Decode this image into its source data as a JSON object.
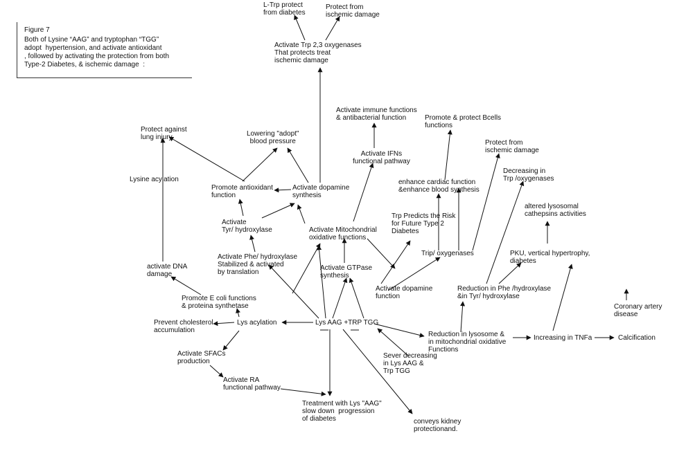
{
  "caption": {
    "title": "Figure 7",
    "body": "Both of Lysine “AAG” and tryptophan “TGG”\nadopt  hypertension, and activate antioxidant\n, followed by activating the protection from both\nType-2 Diabetes, & ischemic damage  :"
  },
  "nodes": {
    "hub": "Lys AAG +TRP TGG",
    "ltrp_protect": "L-Trp protect\nfrom diabetes",
    "protect_ischemic_top": "Protect from\nischemic damage",
    "activate_trp23": "Activate Trp 2,3 oxygenases\nThat protects treat\nischemic damage",
    "protect_lung": "Protect against\nlung injury",
    "lowering_bp": "Lowering \"adopt\"\nblood pressure",
    "activate_immune": "Activate immune functions\n& antibacterial function",
    "promote_bcells": "Promote & protect Bcells\nfunctions",
    "protect_ischemic_right": "Protect from\nischemic damage",
    "activate_ifns": "Activate IFNs\nfunctional pathway",
    "lysine_acylation": "Lysine acylation",
    "promote_antioxidant": "Promote antioxidant\nfunction",
    "activate_dopamine_synth": "Activate dopamine\nsynthesis",
    "enhance_cardiac": "enhance cardiac function\n&enhance blood synthesis",
    "decreasing_trp": "Decreasing in\nTrp /oxygenases",
    "activate_tyr": "Activate\nTyr/ hydroxylase",
    "activate_mito": "Activate Mitochondrial\noxidative functions",
    "trp_predicts": "Trp Predicts the Risk\nfor Future Type 2\nDiabetes",
    "altered_lyso": "altered lysosomal\ncathepsins activities",
    "activate_phe": "Activate Phe/ hydroxylase\nStabilized & activated\nby translation",
    "trip_oxygenases": "Trip/ oxygenases",
    "activate_gtpase": "Activate GTPase\nsynthesis",
    "pku": "PKU, vertical hypertrophy,\ndiabetes",
    "activate_dna": "activate DNA\ndamage",
    "activate_dopamine_func": "Activate dopamine\nfunction",
    "reduction_phe": "Reduction in Phe /hydroxylase\n&in Tyr/ hydroxylase",
    "promote_ecoli": "Promote E coli functions\n& proteina synthetase",
    "coronary": "Coronary artery\ndisease",
    "prevent_chol": "Prevent cholesterol\naccumulation",
    "lys_acylation": "Lys acylation",
    "reduction_lyso": "Reduction in lysosome &\nin mitochondrial oxidative\nFunctions",
    "increasing_tnfa": "Increasing in TNFa",
    "calcification": "Calcification",
    "activate_sfacs": "Activate SFACs\nproduction",
    "sever_decreasing": "Sever decreasing\nin Lys AAG &\nTrp TGG",
    "activate_ra": "Activate RA\nfunctional pathway",
    "treatment": "Treatment with Lys \"AAG\"\nslow down  progression\nof diabetes",
    "kidney": "conveys kidney\nprotectionand."
  }
}
